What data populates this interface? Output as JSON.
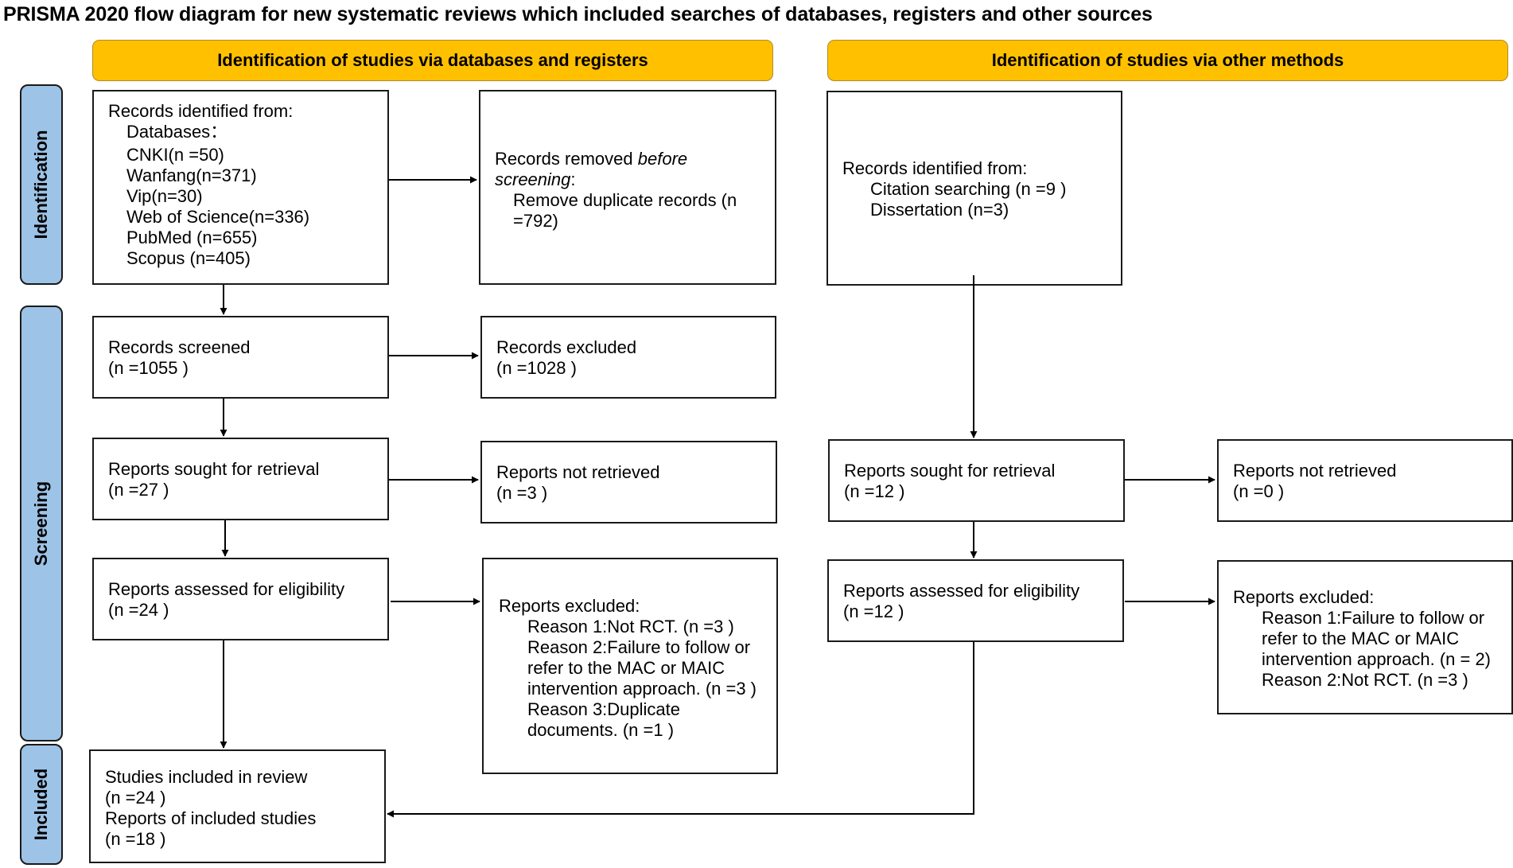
{
  "title": "PRISMA 2020 flow diagram for new systematic reviews which included searches of databases, registers and other sources",
  "headers": {
    "databases": "Identification of studies via databases and registers",
    "other": "Identification of studies via other methods"
  },
  "phases": {
    "identification": "Identification",
    "screening": "Screening",
    "included": "Included"
  },
  "db": {
    "identified": {
      "heading": "Records identified from:",
      "sub_heading": "Databases：",
      "sources": [
        "CNKI(n =50)",
        "Wanfang(n=371)",
        "Vip(n=30)",
        "Web of Science(n=336)",
        "PubMed (n=655)",
        "Scopus (n=405)"
      ]
    },
    "removed": {
      "text_before": "Records removed ",
      "text_italic_1": "before",
      "text_italic_2": "screening",
      "text_after": ":",
      "detail_1": "Remove duplicate records (n",
      "detail_2": "=792)"
    },
    "screened": {
      "label": "Records screened",
      "count": "(n =1055 )"
    },
    "excluded": {
      "label": "Records excluded",
      "count": "(n =1028 )"
    },
    "sought": {
      "label": "Reports sought for retrieval",
      "count": "(n =27 )"
    },
    "not_retrieved": {
      "label": "Reports not retrieved",
      "count": "(n =3 )"
    },
    "assessed": {
      "label": "Reports assessed for eligibility",
      "count": "(n =24 )"
    },
    "reports_excluded": {
      "heading": "Reports excluded:",
      "lines": [
        "Reason 1:Not RCT. (n =3 )",
        "Reason 2:Failure to follow or",
        "refer to the MAC or MAIC",
        "intervention approach. (n =3 )",
        "Reason 3:Duplicate",
        "documents. (n =1 )"
      ]
    },
    "included": {
      "studies_label": "Studies included in review",
      "studies_count": "(n =24 )",
      "reports_label": "Reports of included studies",
      "reports_count": "(n =18 )"
    }
  },
  "other": {
    "identified": {
      "heading": "Records identified from:",
      "sources": [
        "Citation searching (n =9 )",
        "Dissertation (n=3)"
      ]
    },
    "sought": {
      "label": "Reports sought for retrieval",
      "count": "(n =12 )"
    },
    "not_retrieved": {
      "label": "Reports not retrieved",
      "count": "(n =0 )"
    },
    "assessed": {
      "label": "Reports assessed for eligibility",
      "count": "(n =12 )"
    },
    "reports_excluded": {
      "heading": "Reports excluded:",
      "lines": [
        "Reason 1:Failure to follow or",
        "refer to the MAC or MAIC",
        "intervention approach. (n = 2)",
        "Reason 2:Not RCT. (n =3 )"
      ]
    }
  },
  "colors": {
    "header_fill": "#ffc000",
    "phase_fill": "#9dc3e6",
    "line": "#000000"
  }
}
